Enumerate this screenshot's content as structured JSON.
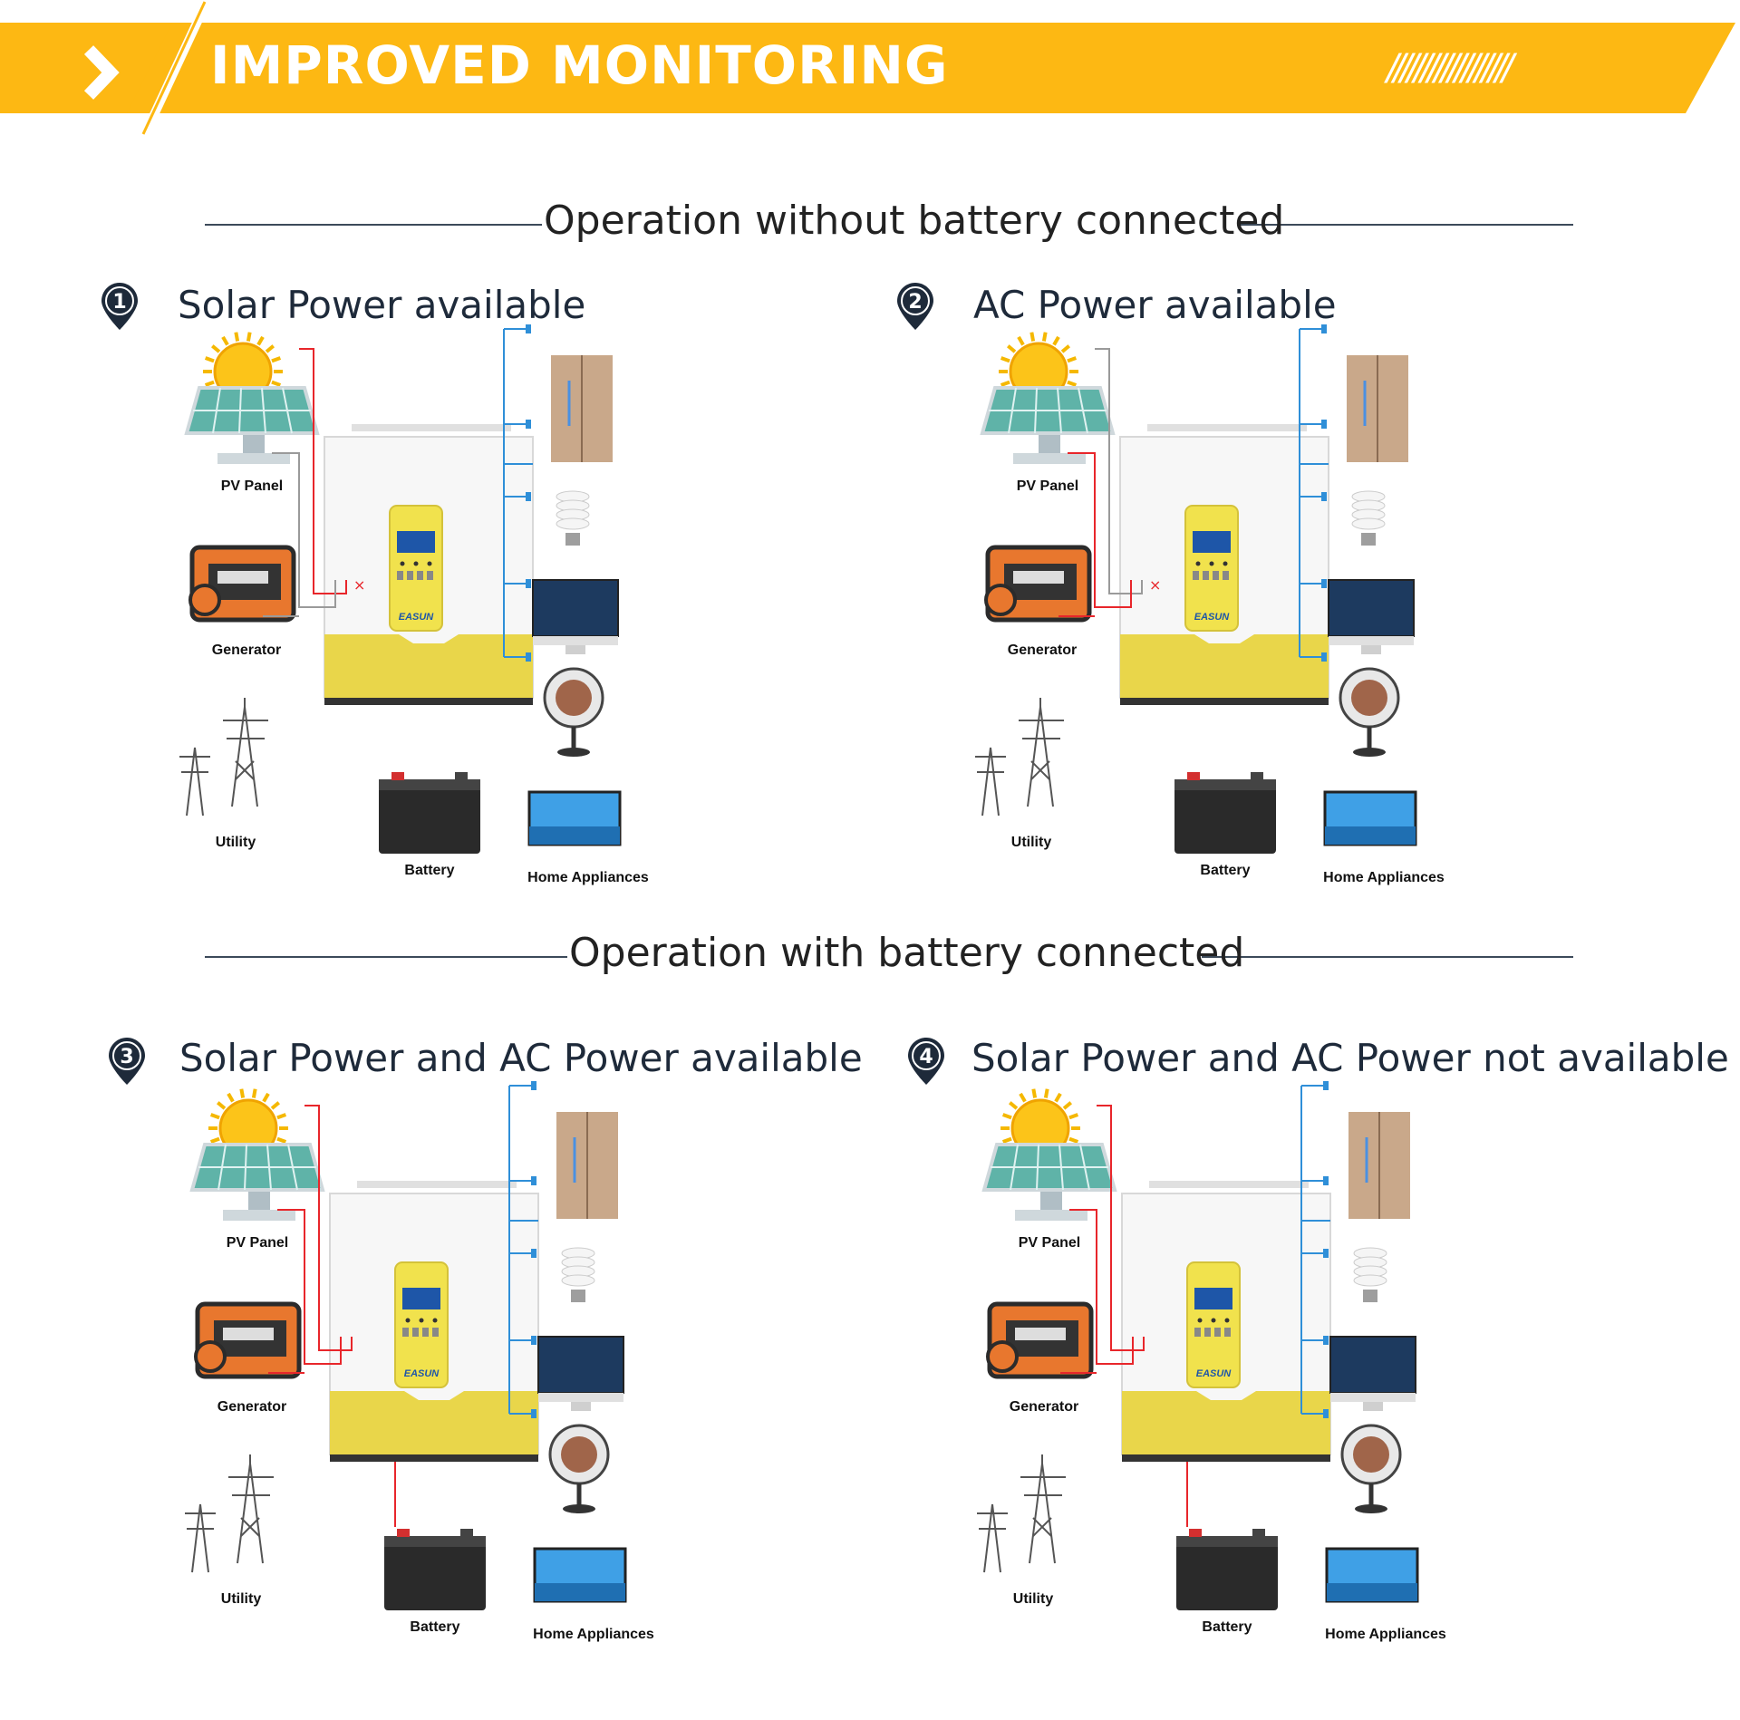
{
  "header": {
    "title": "IMPROVED MONITORING",
    "decoration": "//////////////////",
    "accent_color": "#FDB813"
  },
  "sections": [
    {
      "title": "Operation without battery connected"
    },
    {
      "title": "Operation with battery connected"
    }
  ],
  "scenarios": [
    {
      "number": "1",
      "title": "Solar Power available"
    },
    {
      "number": "2",
      "title": "AC Power available"
    },
    {
      "number": "3",
      "title": "Solar Power and AC Power available"
    },
    {
      "number": "4",
      "title": "Solar Power and AC Power not available"
    }
  ],
  "labels": {
    "pv_panel": "PV Panel",
    "generator": "Generator",
    "utility": "Utility",
    "battery": "Battery",
    "home_appliances": "Home Appliances",
    "brand": "EASUN"
  },
  "colors": {
    "active_line": "#e8262b",
    "inactive_line": "#9a9a9a",
    "output_line": "#2f8fd8",
    "inverter_yellow": "#e9d64a"
  }
}
